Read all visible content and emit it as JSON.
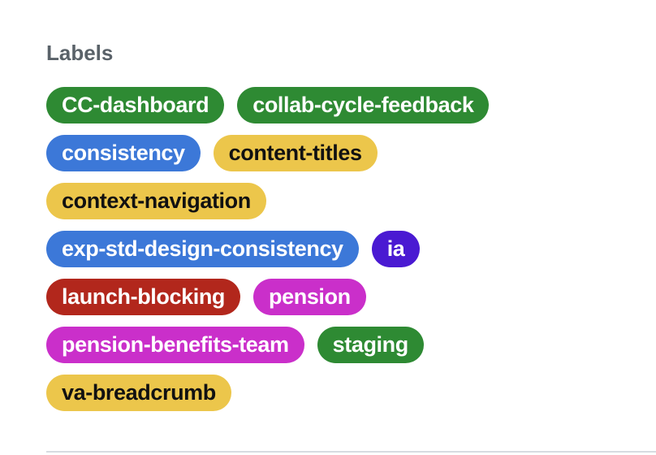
{
  "section": {
    "title": "Labels"
  },
  "colors": {
    "background": "#ffffff",
    "heading_text": "#5a6269",
    "divider": "#d7dce1",
    "label_green": "#2e8a33",
    "label_blue": "#3c78d8",
    "label_yellow": "#ecc64b",
    "label_purple": "#4a1ad2",
    "label_red": "#b2271c",
    "label_magenta": "#ca2fca"
  },
  "labels": [
    {
      "text": "CC-dashboard",
      "bg": "#2e8a33",
      "fg": "#ffffff"
    },
    {
      "text": "collab-cycle-feedback",
      "bg": "#2e8a33",
      "fg": "#ffffff"
    },
    {
      "text": "consistency",
      "bg": "#3c78d8",
      "fg": "#ffffff"
    },
    {
      "text": "content-titles",
      "bg": "#ecc64b",
      "fg": "#111111"
    },
    {
      "text": "context-navigation",
      "bg": "#ecc64b",
      "fg": "#111111"
    },
    {
      "text": "exp-std-design-consistency",
      "bg": "#3c78d8",
      "fg": "#ffffff"
    },
    {
      "text": "ia",
      "bg": "#4a1ad2",
      "fg": "#ffffff"
    },
    {
      "text": "launch-blocking",
      "bg": "#b2271c",
      "fg": "#ffffff"
    },
    {
      "text": "pension",
      "bg": "#ca2fca",
      "fg": "#ffffff"
    },
    {
      "text": "pension-benefits-team",
      "bg": "#ca2fca",
      "fg": "#ffffff"
    },
    {
      "text": "staging",
      "bg": "#2e8a33",
      "fg": "#ffffff"
    },
    {
      "text": "va-breadcrumb",
      "bg": "#ecc64b",
      "fg": "#111111"
    }
  ]
}
